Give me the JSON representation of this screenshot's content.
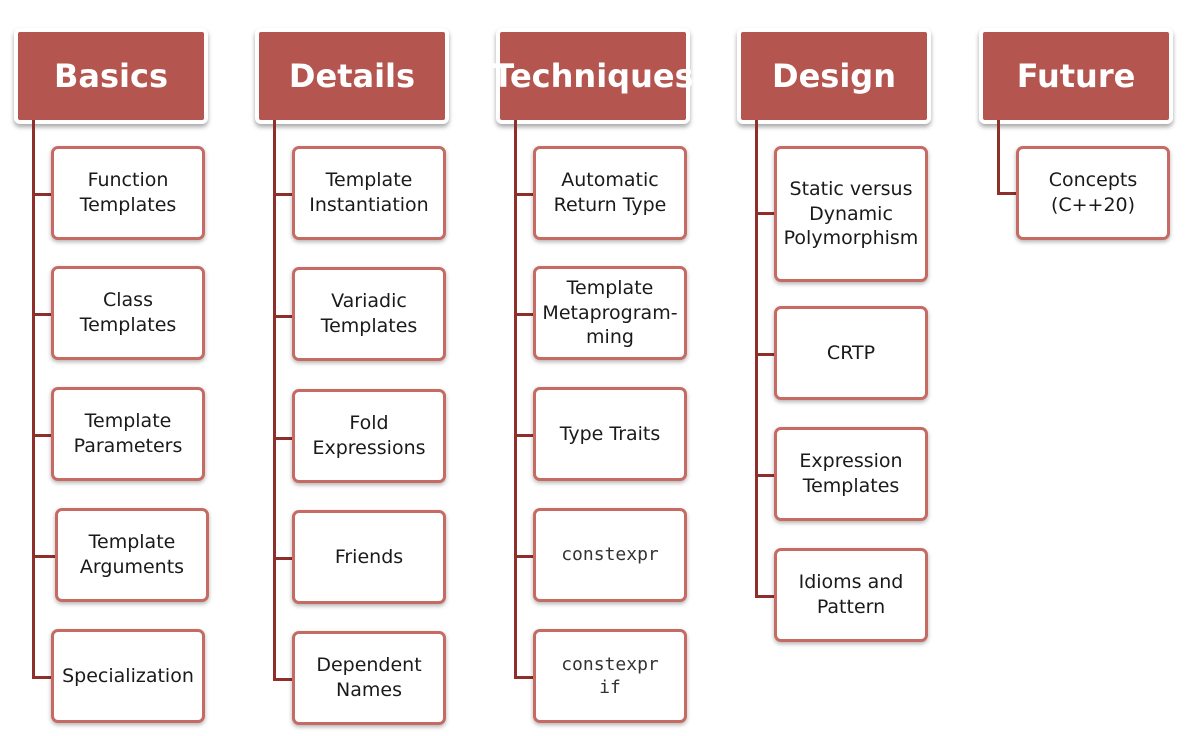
{
  "colors": {
    "header_fill": "#b4564f",
    "line": "#8e2f2b",
    "node_border": "#c66a64",
    "node_fill": "#ffffff",
    "text": "#1a1a1a"
  },
  "columns": [
    {
      "key": "basics",
      "title": "Basics",
      "items": [
        {
          "key": "function-templates",
          "label": "Function\nTemplates",
          "mono": false
        },
        {
          "key": "class-templates",
          "label": "Class\nTemplates",
          "mono": false
        },
        {
          "key": "template-parameters",
          "label": "Template\nParameters",
          "mono": false
        },
        {
          "key": "template-arguments",
          "label": "Template\nArguments",
          "mono": false
        },
        {
          "key": "specialization",
          "label": "Specialization",
          "mono": false
        }
      ]
    },
    {
      "key": "details",
      "title": "Details",
      "items": [
        {
          "key": "template-instantiation",
          "label": "Template\nInstantiation",
          "mono": false
        },
        {
          "key": "variadic-templates",
          "label": "Variadic\nTemplates",
          "mono": false
        },
        {
          "key": "fold-expressions",
          "label": "Fold\nExpressions",
          "mono": false
        },
        {
          "key": "friends",
          "label": "Friends",
          "mono": false
        },
        {
          "key": "dependent-names",
          "label": "Dependent\nNames",
          "mono": false
        }
      ]
    },
    {
      "key": "techniques",
      "title": "Techniques",
      "items": [
        {
          "key": "automatic-return-type",
          "label": "Automatic\nReturn Type",
          "mono": false
        },
        {
          "key": "template-metaprogramming",
          "label": "Template\nMetaprogram-\nming",
          "mono": false
        },
        {
          "key": "type-traits",
          "label": "Type Traits",
          "mono": false
        },
        {
          "key": "constexpr",
          "label": "constexpr",
          "mono": true
        },
        {
          "key": "constexpr-if",
          "label": "constexpr\nif",
          "mono": true
        }
      ]
    },
    {
      "key": "design",
      "title": "Design",
      "items": [
        {
          "key": "static-vs-dynamic",
          "label": "Static versus\nDynamic\nPolymorphism",
          "mono": false
        },
        {
          "key": "crtp",
          "label": "CRTP",
          "mono": false
        },
        {
          "key": "expression-templates",
          "label": "Expression\nTemplates",
          "mono": false
        },
        {
          "key": "idioms-and-pattern",
          "label": "Idioms and\nPattern",
          "mono": false
        }
      ]
    },
    {
      "key": "future",
      "title": "Future",
      "items": [
        {
          "key": "concepts",
          "label": "Concepts\n(C++20)",
          "mono": false
        }
      ]
    }
  ]
}
